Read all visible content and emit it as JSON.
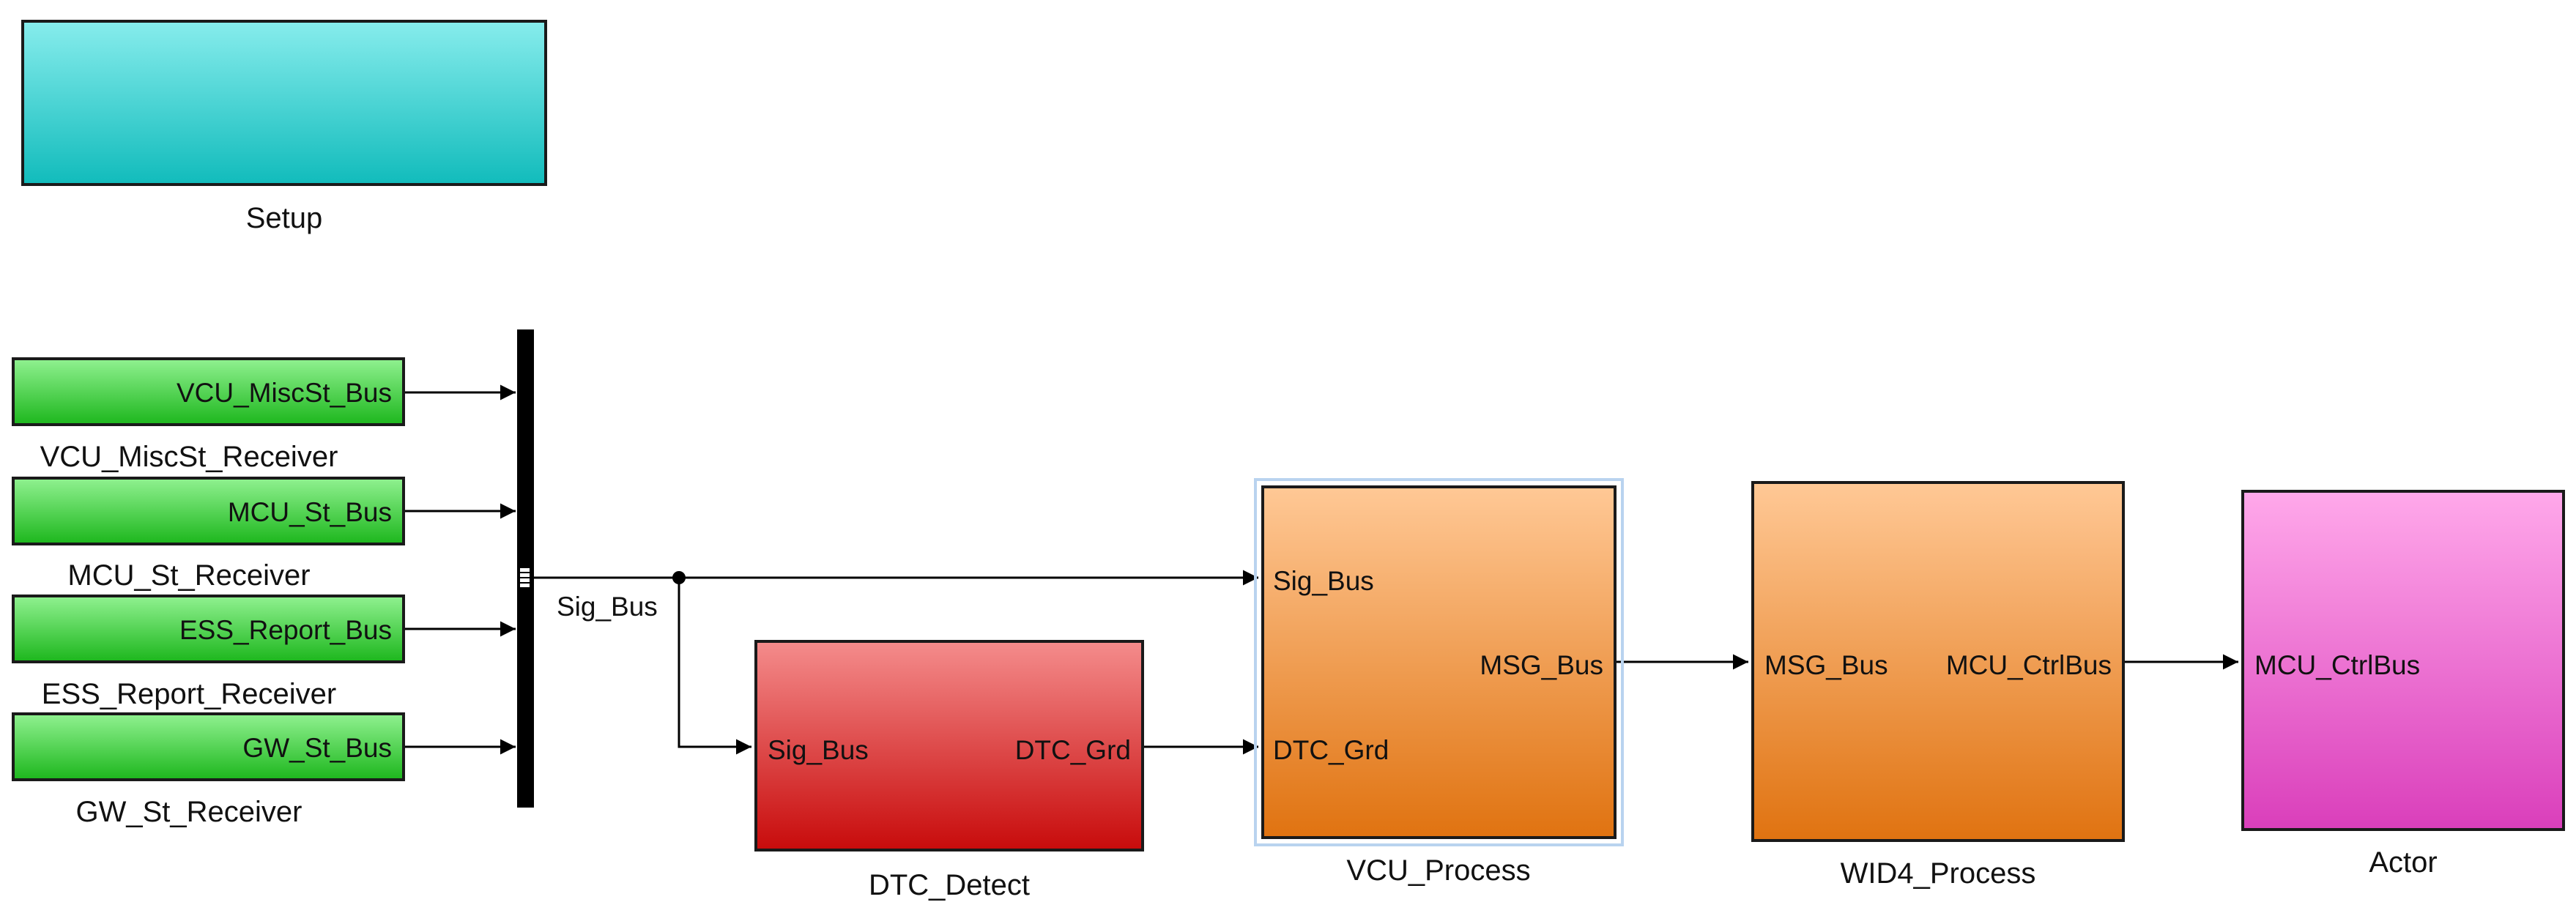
{
  "blocks": {
    "setup": {
      "label": "Setup"
    },
    "receivers": [
      {
        "port": "VCU_MiscSt_Bus",
        "label": "VCU_MiscSt_Receiver"
      },
      {
        "port": "MCU_St_Bus",
        "label": "MCU_St_Receiver"
      },
      {
        "port": "ESS_Report_Bus",
        "label": "ESS_Report_Receiver"
      },
      {
        "port": "GW_St_Bus",
        "label": "GW_St_Receiver"
      }
    ],
    "dtc_detect": {
      "label": "DTC_Detect",
      "in_port": "Sig_Bus",
      "out_port": "DTC_Grd"
    },
    "vcu_process": {
      "label": "VCU_Process",
      "in_port_1": "Sig_Bus",
      "in_port_2": "DTC_Grd",
      "out_port": "MSG_Bus"
    },
    "wid4_process": {
      "label": "WID4_Process",
      "in_port": "MSG_Bus",
      "out_port": "MCU_CtrlBus"
    },
    "actor": {
      "label": "Actor",
      "in_port": "MCU_CtrlBus"
    }
  },
  "signals": {
    "bus_creator_output": "Sig_Bus"
  },
  "colors": {
    "setup": "#12bcbc",
    "receiver": "#1fb81f",
    "dtc_detect": "#c80c0c",
    "process": "#e07311",
    "actor": "#da3fbb",
    "selection": "#b9d3ef"
  }
}
